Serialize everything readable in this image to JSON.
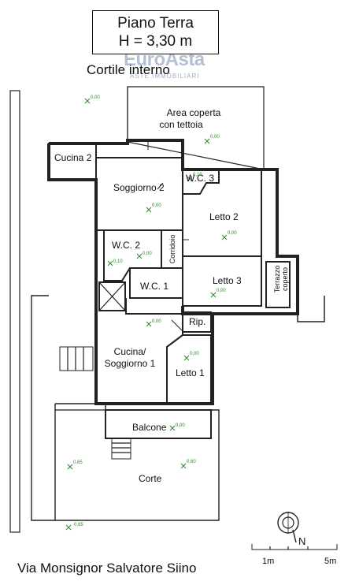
{
  "header": {
    "title_line1": "Piano Terra",
    "title_line2": "H = 3,30 m",
    "subtitle": "Cortile interno"
  },
  "watermark": {
    "brand": "EuroAsta",
    "tagline": "ASTE IMMOBILIARI"
  },
  "rooms": {
    "area_coperta_1": "Area coperta",
    "area_coperta_2": "con tettoia",
    "cucina2": "Cucina 2",
    "wc3": "W.C. 3",
    "soggiorno2": "Soggiorno 2",
    "letto2": "Letto 2",
    "wc2": "W.C. 2",
    "corridoio": "Corridoio",
    "wc1": "W.C. 1",
    "letto3": "Letto 3",
    "terrazzo_1": "Terrazzo",
    "terrazzo_2": "coperto",
    "rip": "Rip.",
    "cucina_soggiorno_1": "Cucina/",
    "cucina_soggiorno_2": "Soggiorno 1",
    "letto1": "Letto 1",
    "balcone": "Balcone",
    "corte": "Corte"
  },
  "levels": {
    "l000": "0,00",
    "l010": "0,10",
    "l060": "0,60",
    "l065": "0,65"
  },
  "scale": {
    "left": "1m",
    "right": "5m"
  },
  "compass": {
    "label": "N"
  },
  "street": "Via Monsignor Salvatore Siino",
  "colors": {
    "wall": "#222222",
    "level_marker": "#2a8a2a",
    "watermark": "#7a8caa"
  }
}
